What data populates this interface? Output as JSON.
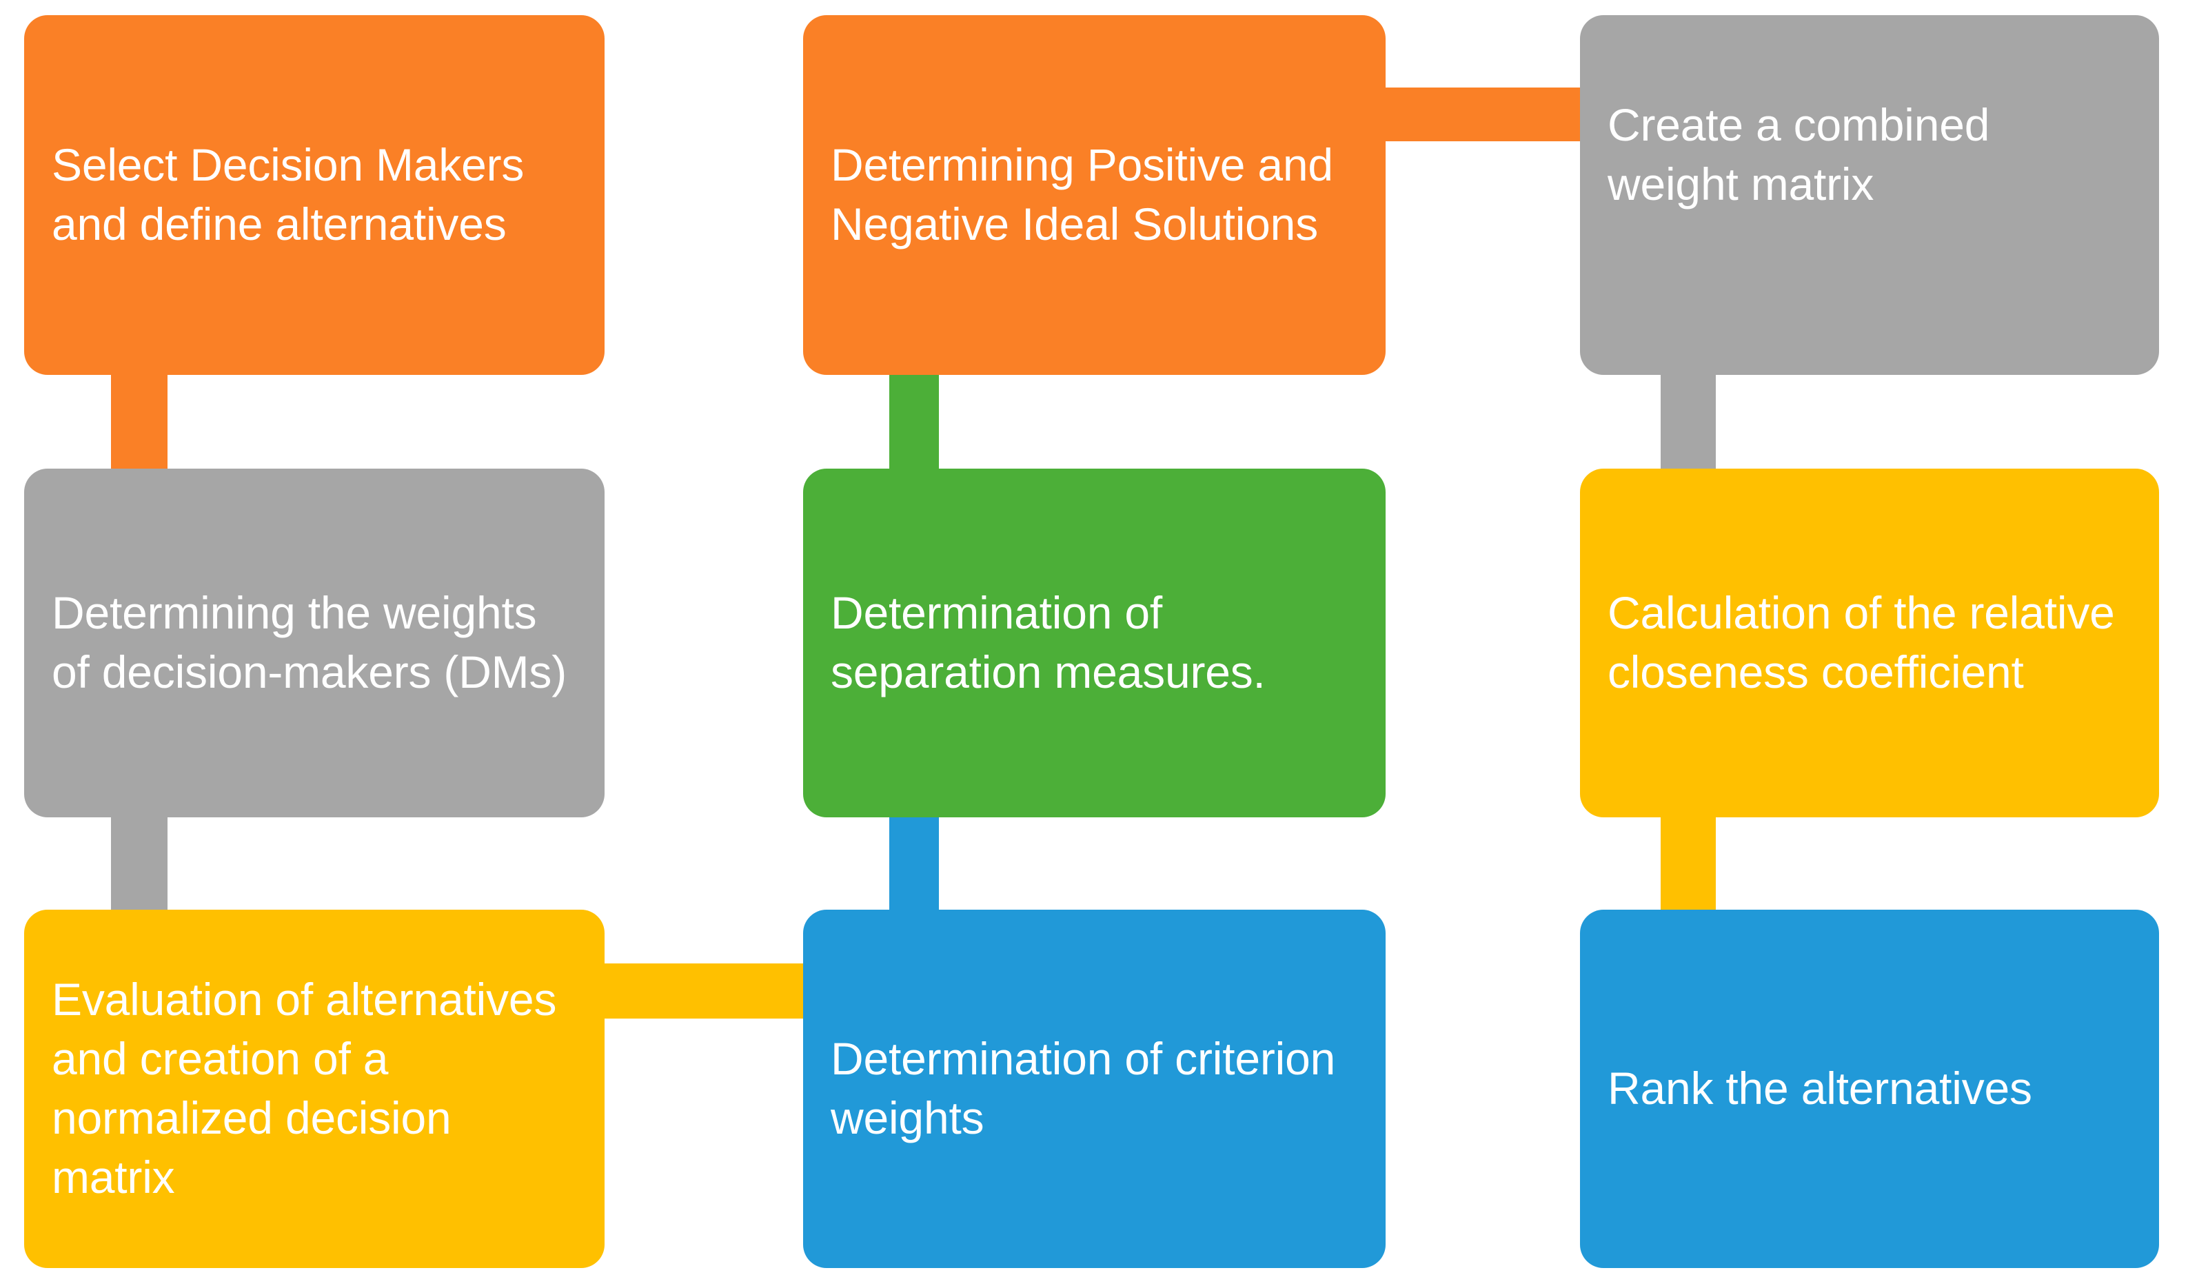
{
  "diagram": {
    "title": "TOPSIS / MCDM methodology flowchart",
    "background_color": "#ffffff",
    "palette": {
      "orange": "#FA8026",
      "gray": "#A6A6A6",
      "green": "#4CAF38",
      "yellow": "#FFC000",
      "blue": "#2199D8",
      "text": "#FFFFFF"
    },
    "nodes": [
      {
        "id": "select-decision-makers",
        "label": "Select Decision Makers and define alternatives",
        "color_name": "orange",
        "color": "#FA8026",
        "column": 1,
        "row": 1
      },
      {
        "id": "determining-positive-negative-ideal-solutions",
        "label": "Determining Positive and Negative Ideal Solutions",
        "color_name": "orange",
        "color": "#FA8026",
        "column": 2,
        "row": 1
      },
      {
        "id": "create-combined-weight-matrix",
        "label": "Create a combined weight matrix",
        "color_name": "gray",
        "color": "#A6A6A6",
        "column": 3,
        "row": 1
      },
      {
        "id": "determining-weights-of-decision-makers",
        "label": "Determining the weights of decision-makers (DMs)",
        "color_name": "gray",
        "color": "#A6A6A6",
        "column": 1,
        "row": 2
      },
      {
        "id": "determination-of-separation-measures",
        "label": "Determination of separation measures.",
        "color_name": "green",
        "color": "#4CAF38",
        "column": 2,
        "row": 2
      },
      {
        "id": "calculation-of-relative-closeness-coefficient",
        "label": "Calculation of the relative closeness coefficient",
        "color_name": "yellow",
        "color": "#FFC000",
        "column": 3,
        "row": 2
      },
      {
        "id": "evaluation-of-alternatives-normalized-decision-matrix",
        "label": "Evaluation of alternatives and creation of a normalized decision matrix",
        "color_name": "yellow",
        "color": "#FFC000",
        "column": 1,
        "row": 3
      },
      {
        "id": "determination-of-criterion-weights",
        "label": "Determination of criterion weights",
        "color_name": "blue",
        "color": "#2199D8",
        "column": 2,
        "row": 3
      },
      {
        "id": "rank-the-alternatives",
        "label": "Rank the alternatives",
        "color_name": "blue",
        "color": "#2199D8",
        "column": 3,
        "row": 3
      }
    ],
    "connectors": [
      {
        "id": "c1",
        "from": "select-decision-makers",
        "to": "determining-weights-of-decision-makers",
        "orientation": "vertical",
        "color": "#FA8026"
      },
      {
        "id": "c2",
        "from": "determining-weights-of-decision-makers",
        "to": "evaluation-of-alternatives-normalized-decision-matrix",
        "orientation": "vertical",
        "color": "#A6A6A6"
      },
      {
        "id": "c3",
        "from": "evaluation-of-alternatives-normalized-decision-matrix",
        "to": "determination-of-criterion-weights",
        "orientation": "horizontal",
        "color": "#FFC000"
      },
      {
        "id": "c4",
        "from": "determination-of-criterion-weights",
        "to": "determination-of-separation-measures",
        "orientation": "vertical",
        "color": "#2199D8"
      },
      {
        "id": "c5",
        "from": "determination-of-separation-measures",
        "to": "determining-positive-negative-ideal-solutions",
        "orientation": "vertical",
        "color": "#4CAF38"
      },
      {
        "id": "c6",
        "from": "determining-positive-negative-ideal-solutions",
        "to": "create-combined-weight-matrix",
        "orientation": "horizontal",
        "color": "#FA8026"
      },
      {
        "id": "c7",
        "from": "create-combined-weight-matrix",
        "to": "calculation-of-relative-closeness-coefficient",
        "orientation": "vertical",
        "color": "#A6A6A6"
      },
      {
        "id": "c8",
        "from": "calculation-of-relative-closeness-coefficient",
        "to": "rank-the-alternatives",
        "orientation": "vertical",
        "color": "#FFC000"
      }
    ]
  }
}
